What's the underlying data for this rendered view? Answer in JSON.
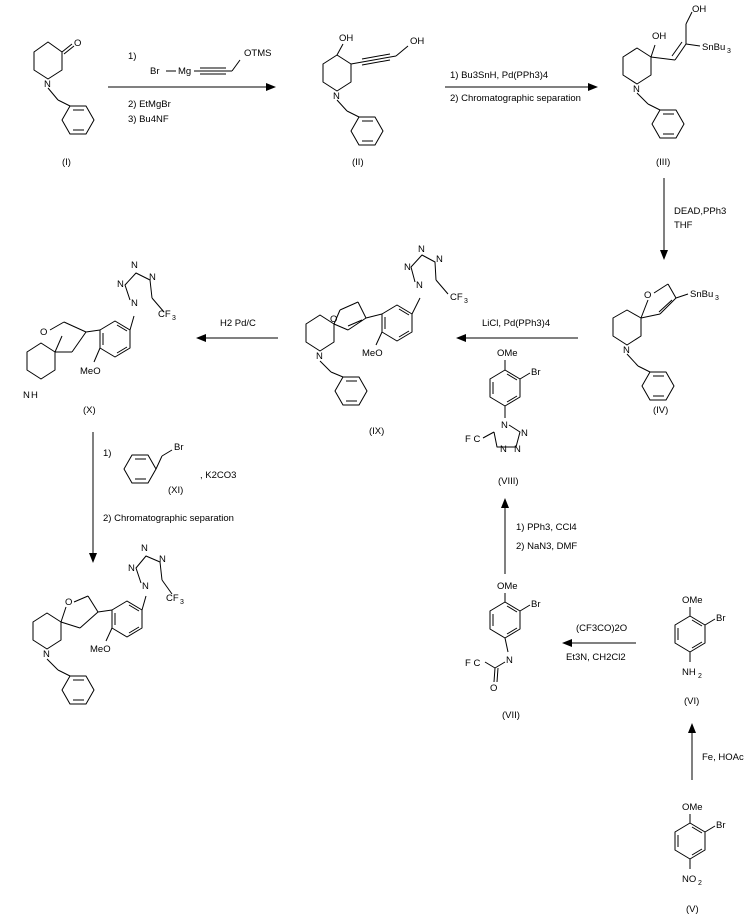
{
  "title": "Synthesis scheme of a spiro-tetrahydrofuran piperidine tetrazole compound",
  "compound_labels": {
    "I": "(I)",
    "II": "(II)",
    "III": "(III)",
    "IV": "(IV)",
    "V": "(V)",
    "VI": "(VI)",
    "VII": "(VII)",
    "VIII": "(VIII)",
    "IX": "(IX)",
    "X": "(X)",
    "XI": "(XI)"
  },
  "reagents": {
    "step1": [
      "1)",
      "2) EtMgBr",
      "3) Bu4NF"
    ],
    "step1_grignard": {
      "br": "Br",
      "mg": "Mg",
      "otms": "OTMS"
    },
    "step2": [
      "1) Bu3SnH, Pd(PPh3)4",
      "2) Chromatographic separation"
    ],
    "step3": [
      "DEAD,PPh3",
      "THF"
    ],
    "step4": "LiCl, Pd(PPh3)4",
    "step5": "H2 Pd/C",
    "step6": [
      "1)",
      ", K2CO3",
      "2) Chromatographic separation"
    ],
    "step_nitro": "Fe, HOAc",
    "step_acyl": [
      "(CF3CO)2O",
      "Et3N, CH2Cl2"
    ],
    "step_tetrazole": [
      "1) PPh3, CCl4",
      "2) NaN3, DMF"
    ]
  },
  "atoms": {
    "O": "O",
    "OH": "OH",
    "N": "N",
    "NH": "N",
    "H": "H",
    "SnBu3": "SnBu",
    "sub3": "3",
    "OMe": "OMe",
    "MeO": "MeO",
    "Br": "Br",
    "NH2": "NH",
    "sub2": "2",
    "NO2": "NO",
    "CF3": "CF",
    "F3C": "F C"
  },
  "colors": {
    "ink": "#000000",
    "background": "#ffffff"
  }
}
